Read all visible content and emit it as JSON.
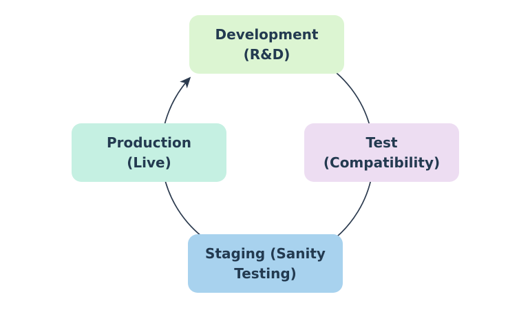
{
  "diagram": {
    "type": "cycle",
    "direction": "clockwise",
    "nodes": [
      {
        "id": "development",
        "label": "Development (R&D)",
        "line1": "Development",
        "line2": "(R&D)",
        "color": "#dcf5d2",
        "position": "top"
      },
      {
        "id": "test",
        "label": "Test (Compatibility)",
        "line1": "Test",
        "line2": "(Compatibility)",
        "color": "#edddf2",
        "position": "right"
      },
      {
        "id": "staging",
        "label": "Staging (Sanity Testing)",
        "line1": "Staging (Sanity",
        "line2": "Testing)",
        "color": "#a8d2ee",
        "position": "bottom"
      },
      {
        "id": "production",
        "label": "Production (Live)",
        "line1": "Production",
        "line2": "(Live)",
        "color": "#c5f0e2",
        "position": "left"
      }
    ],
    "edge_color": "#2b3a4e",
    "text_color": "#233a50",
    "background_color": "#ffffff"
  }
}
